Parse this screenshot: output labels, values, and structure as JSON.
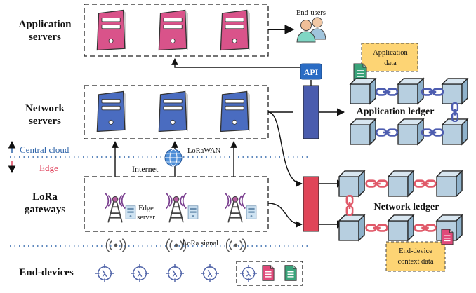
{
  "tiers": {
    "application": [
      "Application",
      "servers"
    ],
    "network": [
      "Network",
      "servers"
    ],
    "gateways": [
      "LoRa",
      "gateways"
    ],
    "devices": "End-devices"
  },
  "labels": {
    "end_users": "End-users",
    "api": "API",
    "application_data": [
      "Application",
      "data"
    ],
    "application_ledger": "Application ledger",
    "network_ledger": "Network ledger",
    "central_cloud": "Central cloud",
    "edge": "Edge",
    "lorawan": "LoRaWAN",
    "internet": "Internet",
    "edge_server": [
      "Edge",
      "server"
    ],
    "lora_signal": "LoRa signal",
    "end_device_data": [
      "End-device",
      "context data"
    ]
  },
  "colors": {
    "app_server": "#d9538a",
    "net_server": "#4a6cc0",
    "ledger_block": "#b7cfe0",
    "app_chain": "#4d5db0",
    "net_chain": "#e05a6a",
    "net_bar": "#4a5cae",
    "gw_bar": "#e04558",
    "note_fill": "#fdd474",
    "cloud_blue": "#2b62a8",
    "edge_red": "#e0425c"
  },
  "icons": [
    "server-icon",
    "users-icon",
    "api-badge-icon",
    "document-icon",
    "globe-icon",
    "radio-tower-icon",
    "signal-waves-icon",
    "sensor-device-icon",
    "chain-link-icon",
    "ledger-block-icon"
  ]
}
